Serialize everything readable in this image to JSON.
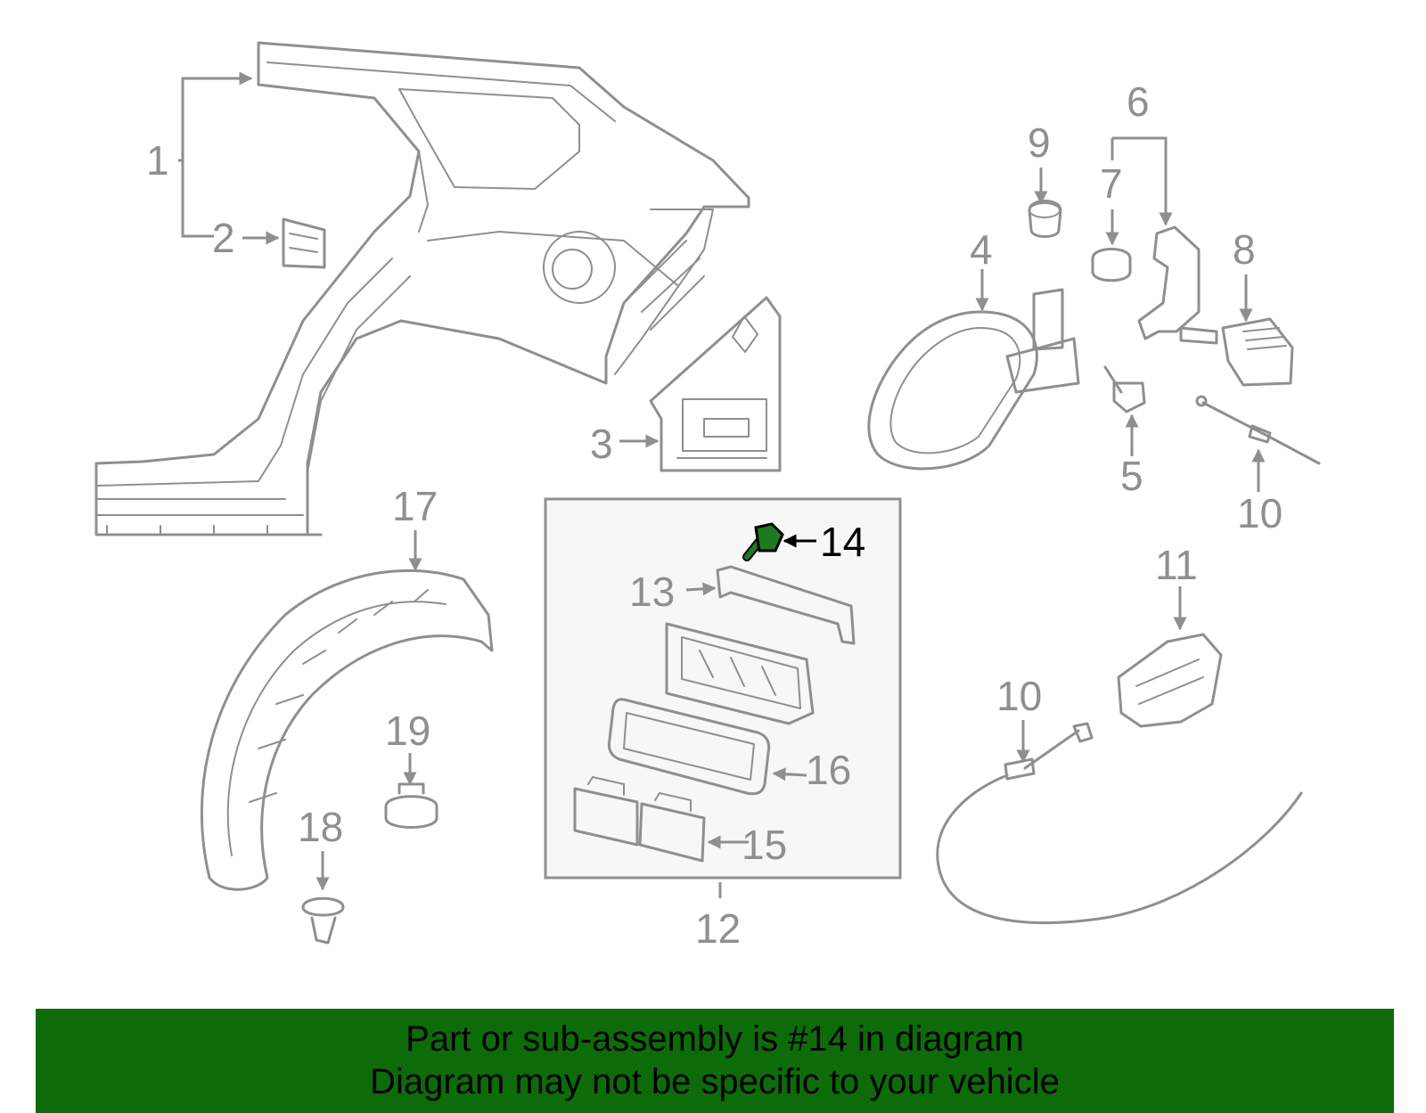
{
  "callouts": {
    "c1": "1",
    "c2": "2",
    "c3": "3",
    "c4": "4",
    "c5": "5",
    "c6": "6",
    "c7": "7",
    "c8": "8",
    "c9": "9",
    "c10a": "10",
    "c10b": "10",
    "c11": "11",
    "c12": "12",
    "c13": "13",
    "c14": "14",
    "c15": "15",
    "c16": "16",
    "c17": "17",
    "c18": "18",
    "c19": "19"
  },
  "highlight": {
    "part": "14",
    "color": "#1f7a1f"
  },
  "banner": {
    "line1": "Part or sub-assembly is #14 in diagram",
    "line2": "Diagram may not be specific to your vehicle",
    "color": "#0e6b09"
  }
}
